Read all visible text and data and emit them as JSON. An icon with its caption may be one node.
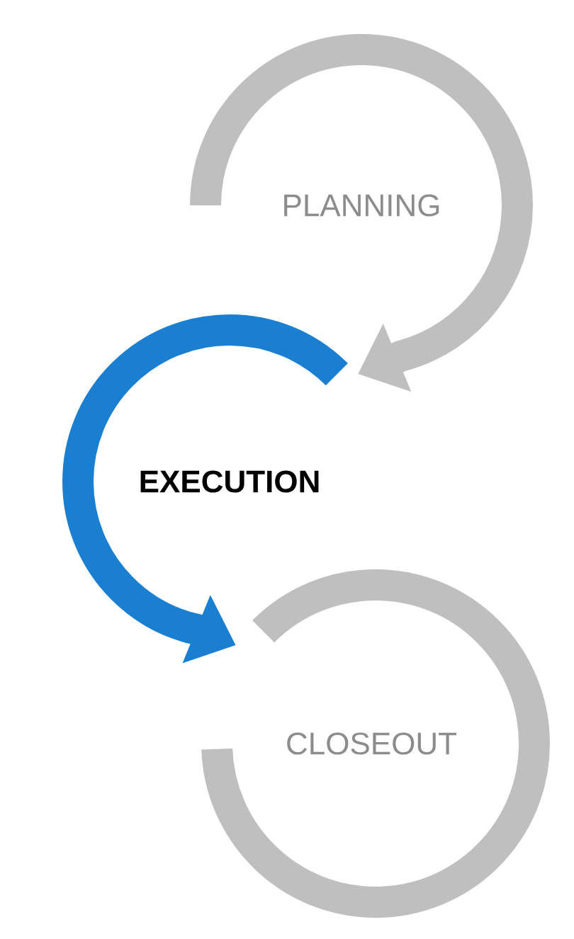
{
  "diagram": {
    "nodes": [
      {
        "text": [
          "PLANNING"
        ]
      },
      {
        "text": [
          "EXECUTION"
        ]
      },
      {
        "text": [
          "CLOSEOUT"
        ]
      }
    ],
    "edges": [
      {
        "from": 0,
        "to": 1,
        "arrow": "to",
        "color": "#bfbfbf"
      },
      {
        "from": 1,
        "to": 2,
        "arrow": "to",
        "color": "#1a7fd0"
      }
    ]
  }
}
